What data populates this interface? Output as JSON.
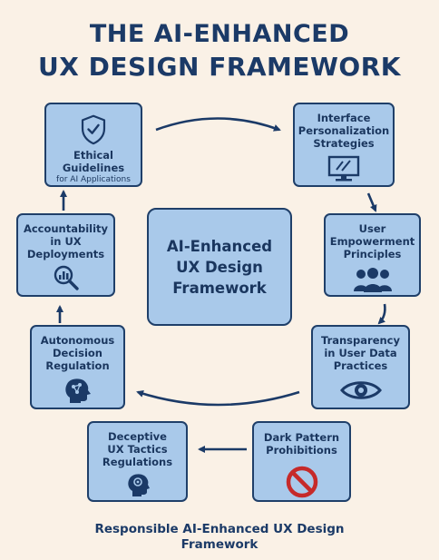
{
  "title": {
    "line1": "THE AI-ENHANCED",
    "line2": "UX DESIGN FRAMEWORK"
  },
  "center": {
    "line1": "AI-Enhanced",
    "line2": "UX Design",
    "line3": "Framework"
  },
  "nodes": {
    "ethical": {
      "line1": "Ethical",
      "line2": "Guidelines",
      "sub": "for AI Applications",
      "icon": "shield-check-icon"
    },
    "personalization": {
      "line1": "Interface",
      "line2": "Personalization",
      "line3": "Strategies",
      "icon": "monitor-icon"
    },
    "empowerment": {
      "line1": "User",
      "line2": "Empowerment",
      "line3": "Principles",
      "icon": "users-group-icon"
    },
    "transparency": {
      "line1": "Transparency",
      "line2": "in User Data",
      "line3": "Practices",
      "icon": "eye-icon"
    },
    "dark_pattern": {
      "line1": "Dark Pattern",
      "line2": "Prohibitions",
      "icon": "prohibited-icon"
    },
    "deceptive": {
      "line1": "Deceptive",
      "line2": "UX Tactics",
      "line3": "Regulations",
      "icon": "head-profile-icon"
    },
    "autonomous": {
      "line1": "Autonomous",
      "line2": "Decision",
      "line3": "Regulation",
      "icon": "ai-head-icon"
    },
    "accountability": {
      "line1": "Accountability",
      "line2": "in UX",
      "line3": "Deployments",
      "icon": "magnifier-chart-icon"
    }
  },
  "footer": {
    "line1": "Responsible AI-Enhanced UX Design",
    "line2": "Framework"
  },
  "colors": {
    "background": "#faf1e6",
    "box_fill": "#a9c9ea",
    "navy": "#1b3a67",
    "prohibited_red": "#c62a2a"
  }
}
